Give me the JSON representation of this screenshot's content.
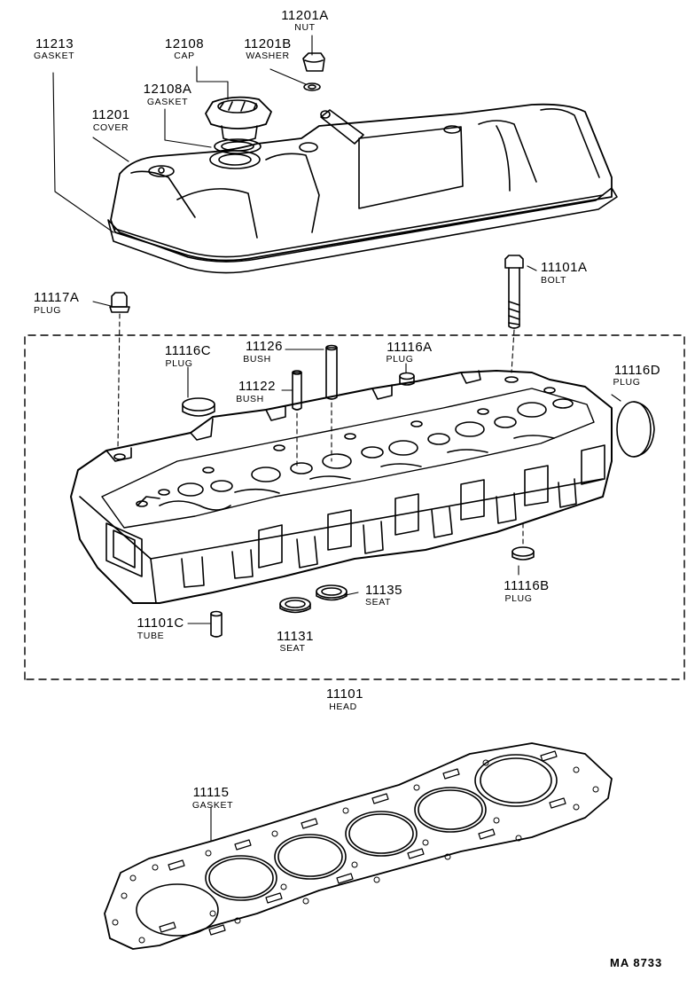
{
  "parts": [
    {
      "id": "nut",
      "number": "11201A",
      "name": "NUT"
    },
    {
      "id": "gasket-cover",
      "number": "11213",
      "name": "GASKET"
    },
    {
      "id": "cap",
      "number": "12108",
      "name": "CAP"
    },
    {
      "id": "washer",
      "number": "11201B",
      "name": "WASHER"
    },
    {
      "id": "cap-gasket",
      "number": "12108A",
      "name": "GASKET"
    },
    {
      "id": "cover",
      "number": "11201",
      "name": "COVER"
    },
    {
      "id": "bolt",
      "number": "11101A",
      "name": "BOLT"
    },
    {
      "id": "plug-a",
      "number": "11117A",
      "name": "PLUG"
    },
    {
      "id": "bush-11126",
      "number": "11126",
      "name": "BUSH"
    },
    {
      "id": "plug-c",
      "number": "11116C",
      "name": "PLUG"
    },
    {
      "id": "plug-16a",
      "number": "11116A",
      "name": "PLUG"
    },
    {
      "id": "plug-d",
      "number": "11116D",
      "name": "PLUG"
    },
    {
      "id": "bush-11122",
      "number": "11122",
      "name": "BUSH"
    },
    {
      "id": "seat-11135",
      "number": "11135",
      "name": "SEAT"
    },
    {
      "id": "plug-b",
      "number": "11116B",
      "name": "PLUG"
    },
    {
      "id": "tube",
      "number": "11101C",
      "name": "TUBE"
    },
    {
      "id": "seat-11131",
      "number": "11131",
      "name": "SEAT"
    },
    {
      "id": "head",
      "number": "11101",
      "name": "HEAD"
    },
    {
      "id": "head-gasket",
      "number": "11115",
      "name": "GASKET"
    }
  ],
  "drawing_code": "MA  8733"
}
